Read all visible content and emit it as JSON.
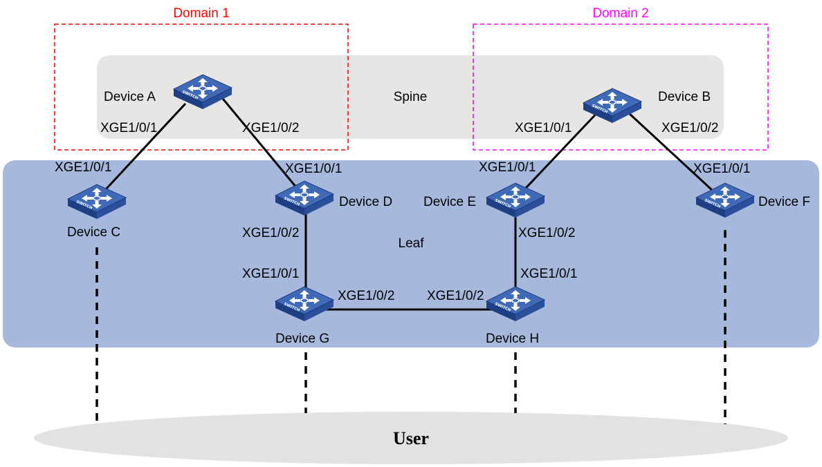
{
  "domains": [
    {
      "title": "Domain 1",
      "color": "#ff0000"
    },
    {
      "title": "Domain 2",
      "color": "#ff00ff"
    }
  ],
  "zones": {
    "spine": "Spine",
    "leaf": "Leaf",
    "user": "User"
  },
  "devices": {
    "A": "Device A",
    "B": "Device B",
    "C": "Device C",
    "D": "Device D",
    "E": "Device E",
    "F": "Device F",
    "G": "Device G",
    "H": "Device H"
  },
  "switch_icon_text": "SWITCH",
  "ports": {
    "A_p1": "XGE1/0/1",
    "A_p2": "XGE1/0/2",
    "B_p1": "XGE1/0/1",
    "B_p2": "XGE1/0/2",
    "C_p1": "XGE1/0/1",
    "D_p1": "XGE1/0/1",
    "D_p2": "XGE1/0/2",
    "E_p1": "XGE1/0/1",
    "E_p2": "XGE1/0/2",
    "F_p1": "XGE1/0/1",
    "G_p1": "XGE1/0/1",
    "G_p2": "XGE1/0/2",
    "H_p1": "XGE1/0/1",
    "H_p2": "XGE1/0/2"
  },
  "colors": {
    "spine_band": "#e8e6e4",
    "leaf_band": "#a6b9dc",
    "user_ellipse": "#e2e2e2",
    "switch_top": "#3e6ab8",
    "switch_front": "#1f3f85",
    "switch_side": "#2b4f9a"
  },
  "icons": {
    "switch": "network-switch-icon"
  }
}
